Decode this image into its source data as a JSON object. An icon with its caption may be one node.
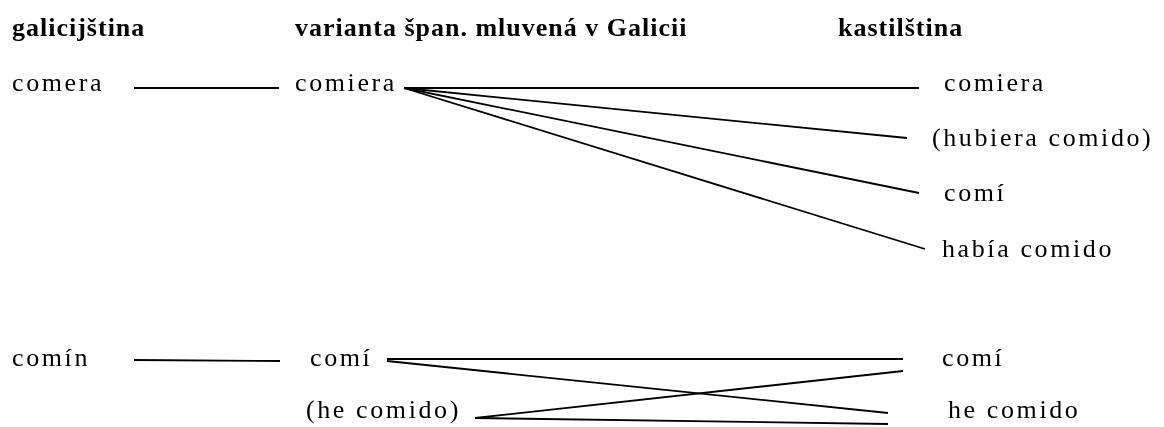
{
  "diagram": {
    "nodes": [
      {
        "text": [
          "comera"
        ]
      },
      {
        "text": [
          "comiera"
        ]
      },
      {
        "text": [
          "comiera"
        ]
      },
      {
        "text": [
          "(hubiera comido)"
        ]
      },
      {
        "text": [
          "comí"
        ]
      },
      {
        "text": [
          "había comido"
        ]
      },
      {
        "text": [
          "comín"
        ]
      },
      {
        "text": [
          "comí"
        ]
      },
      {
        "text": [
          "(he comido)"
        ]
      },
      {
        "text": [
          "comí"
        ]
      },
      {
        "text": [
          "he comido"
        ]
      }
    ],
    "edges": [
      {
        "from": 0,
        "to": 1,
        "arrow": "none"
      },
      {
        "from": 1,
        "to": 2,
        "arrow": "none"
      },
      {
        "from": 1,
        "to": 3,
        "arrow": "none"
      },
      {
        "from": 1,
        "to": 4,
        "arrow": "none"
      },
      {
        "from": 1,
        "to": 5,
        "arrow": "none"
      },
      {
        "from": 6,
        "to": 7,
        "arrow": "none"
      },
      {
        "from": 7,
        "to": 9,
        "arrow": "none"
      },
      {
        "from": 7,
        "to": 10,
        "arrow": "none"
      },
      {
        "from": 8,
        "to": 9,
        "arrow": "none"
      },
      {
        "from": 8,
        "to": 10,
        "arrow": "none"
      }
    ],
    "labels": [
      "galicijština",
      "varianta špan. mluvená v Galicii",
      "kastilština"
    ]
  }
}
